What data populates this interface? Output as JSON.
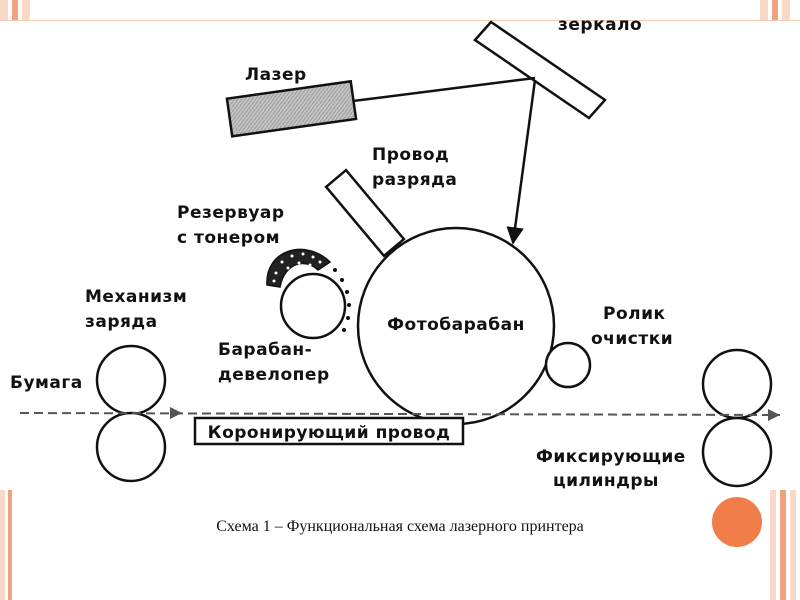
{
  "diagram": {
    "labels": {
      "mirror": "зеркало",
      "laser": "Лазер",
      "discharge_wire_line1": "Провод",
      "discharge_wire_line2": "разряда",
      "toner_reservoir_line1": "Резервуар",
      "toner_reservoir_line2": "с тонером",
      "charge_mechanism_line1": "Механизм",
      "charge_mechanism_line2": "заряда",
      "paper": "Бумага",
      "developer_drum_line1": "Барабан-",
      "developer_drum_line2": "девелопер",
      "photodrum": "Фотобарабан",
      "cleaning_roller_line1": "Ролик",
      "cleaning_roller_line2": "очистки",
      "corona_wire": "Коронирующий провод",
      "fixing_cylinders_line1": "Фиксирующие",
      "fixing_cylinders_line2": "цилиндры"
    }
  },
  "caption": "Схема 1 – Функциональная схема лазерного принтера",
  "colors": {
    "accent": "#f07d4a",
    "stripe_light": "#f8d9c8",
    "stripe_dark": "#f0a27e",
    "ink": "#111111",
    "laser_fill": "#b8b8b8"
  }
}
